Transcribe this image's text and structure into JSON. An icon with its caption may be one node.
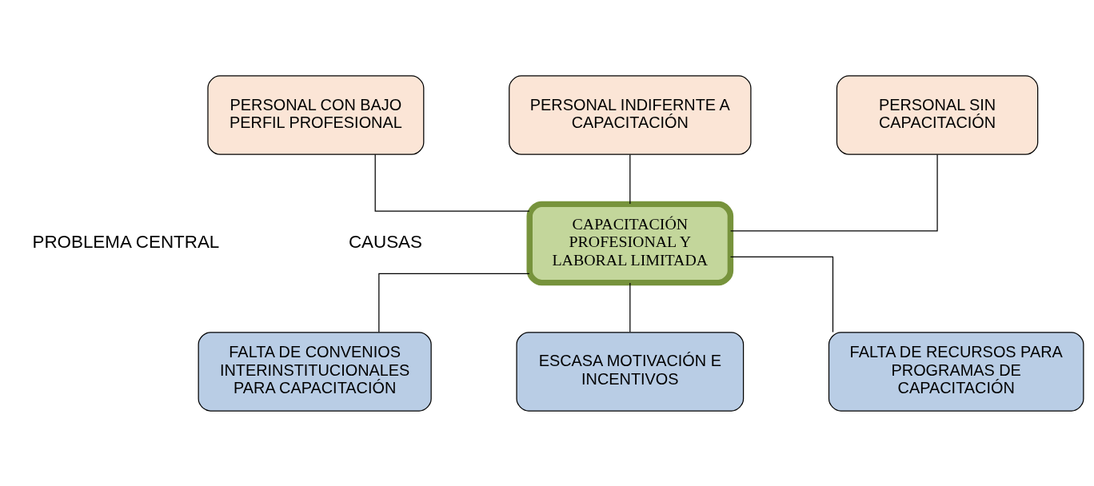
{
  "diagram": {
    "nodes": [
      {
        "text": [
          "PERSONAL CON BAJO PERFIL PROFESIONAL"
        ]
      },
      {
        "text": [
          "PERSONAL INDIFERNTE A CAPACITACIÓN"
        ]
      },
      {
        "text": [
          "PERSONAL SIN CAPACITACIÓN"
        ]
      },
      {
        "text": [
          "CAPACITACIÓN PROFESIONAL Y LABORAL LIMITADA"
        ]
      },
      {
        "text": [
          "FALTA DE CONVENIOS INTERINSTITUCIONALES PARA CAPACITACIÓN"
        ]
      },
      {
        "text": [
          "ESCASA MOTIVACIÓN E INCENTIVOS"
        ]
      },
      {
        "text": [
          "FALTA DE RECURSOS PARA PROGRAMAS DE CAPACITACIÓN"
        ]
      }
    ],
    "edges": [
      {
        "from": 0,
        "to": 3,
        "arrow": "none"
      },
      {
        "from": 1,
        "to": 3,
        "arrow": "none"
      },
      {
        "from": 2,
        "to": 3,
        "arrow": "none"
      },
      {
        "from": 3,
        "to": 4,
        "arrow": "none"
      },
      {
        "from": 3,
        "to": 5,
        "arrow": "none"
      },
      {
        "from": 3,
        "to": 6,
        "arrow": "none"
      }
    ],
    "labels": [
      "PROBLEMA CENTRAL",
      "CAUSAS"
    ]
  }
}
